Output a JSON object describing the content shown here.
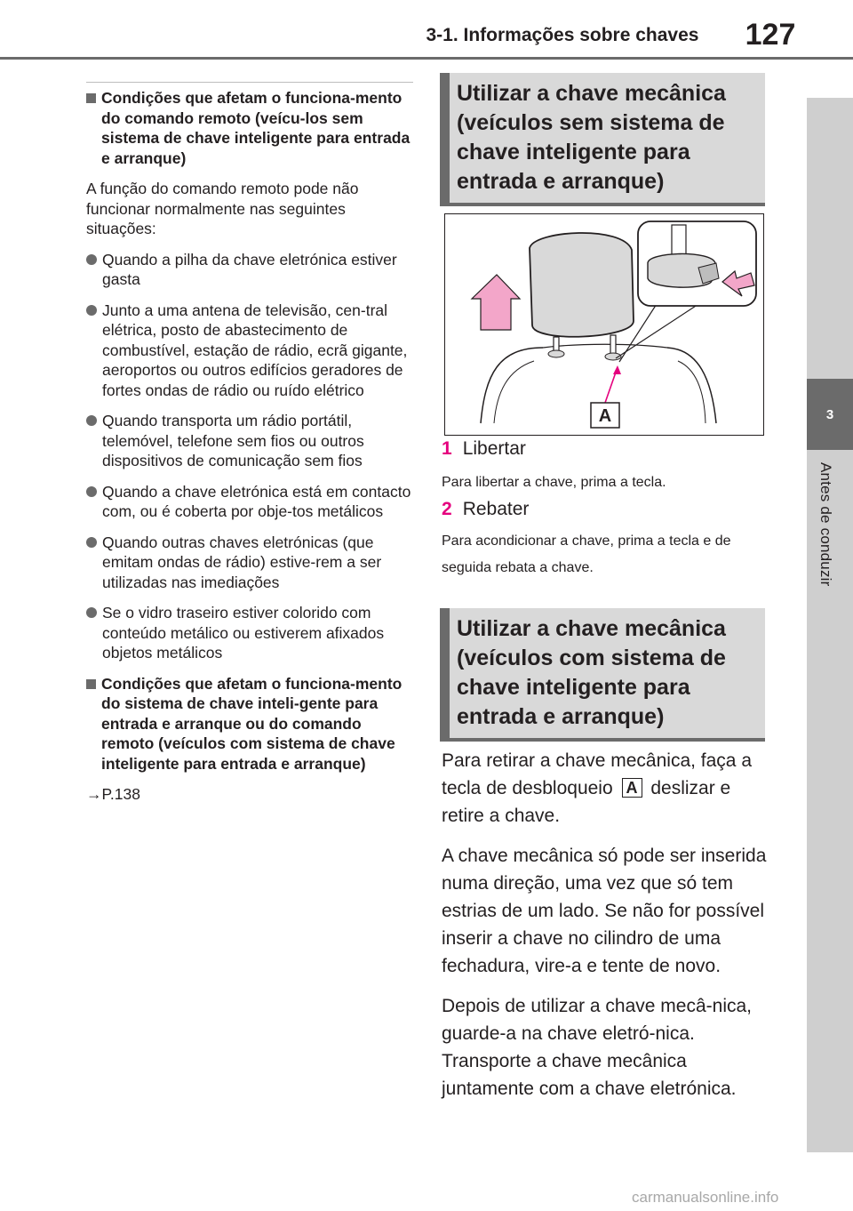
{
  "header": {
    "title": "3-1. Informações sobre chaves",
    "page_number": "127"
  },
  "side_tab": {
    "chapter_number": "3",
    "label": "Antes de conduzir"
  },
  "left": {
    "heading1": "Condições que afetam o funciona-mento do comando remoto (veícu-los sem sistema de chave inteligente para entrada e arranque)",
    "intro": "A função do comando remoto pode não funcionar normalmente nas seguintes situações:",
    "bullets": [
      "Quando a pilha da chave eletrónica estiver gasta",
      "Junto a uma antena de televisão, cen-tral elétrica, posto de abastecimento de combustível, estação de rádio, ecrã gigante, aeroportos ou outros edifícios geradores de fortes ondas de rádio ou ruído elétrico",
      "Quando transporta um rádio portátil, telemóvel, telefone sem fios ou outros dispositivos de comunicação sem fios",
      "Quando a chave eletrónica está em contacto com, ou é coberta por obje-tos metálicos",
      "Quando outras chaves eletrónicas (que emitam ondas de rádio) estive-rem a ser utilizadas nas imediações",
      "Se o vidro traseiro estiver colorido com conteúdo metálico ou estiverem afixados objetos metálicos"
    ],
    "heading2": "Condições que afetam o funciona-mento do sistema de chave inteli-gente para entrada e arranque ou do comando remoto (veículos com sistema de chave inteligente para entrada e arranque)",
    "ref": "→P.138"
  },
  "right": {
    "section1_title": "Utilizar a chave mecânica (veículos sem sistema de chave inteligente para entrada e arranque)",
    "figure_label": "A",
    "step1_num": "1",
    "step1_title": "Libertar",
    "step1_desc": "Para libertar a chave, prima a tecla.",
    "step2_num": "2",
    "step2_title": "Rebater",
    "step2_desc": "Para acondicionar a chave, prima a tecla e de seguida rebata a chave.",
    "section2_title": "Utilizar a chave mecânica (veículos com sistema de chave inteligente para entrada e arranque)",
    "body1_a": "Para retirar a chave mecânica, faça a tecla de desbloqueio",
    "body1_key": "A",
    "body1_b": "deslizar e retire a chave.",
    "body2": "A chave mecânica só pode ser inserida numa direção, uma vez que só tem estrias de um lado. Se não for possível inserir a chave no cilindro de uma fechadura, vire-a e tente de novo.",
    "body3": "Depois de utilizar a chave mecâ-nica, guarde-a na chave eletró-nica. Transporte a chave mecânica juntamente com a chave eletrónica."
  },
  "watermark": "carmanualsonline.info",
  "colors": {
    "accent": "#e5007e",
    "dark_gray": "#6b6b6b",
    "box_gray": "#d9d9d9",
    "tab_gray": "#cfcfcf"
  }
}
